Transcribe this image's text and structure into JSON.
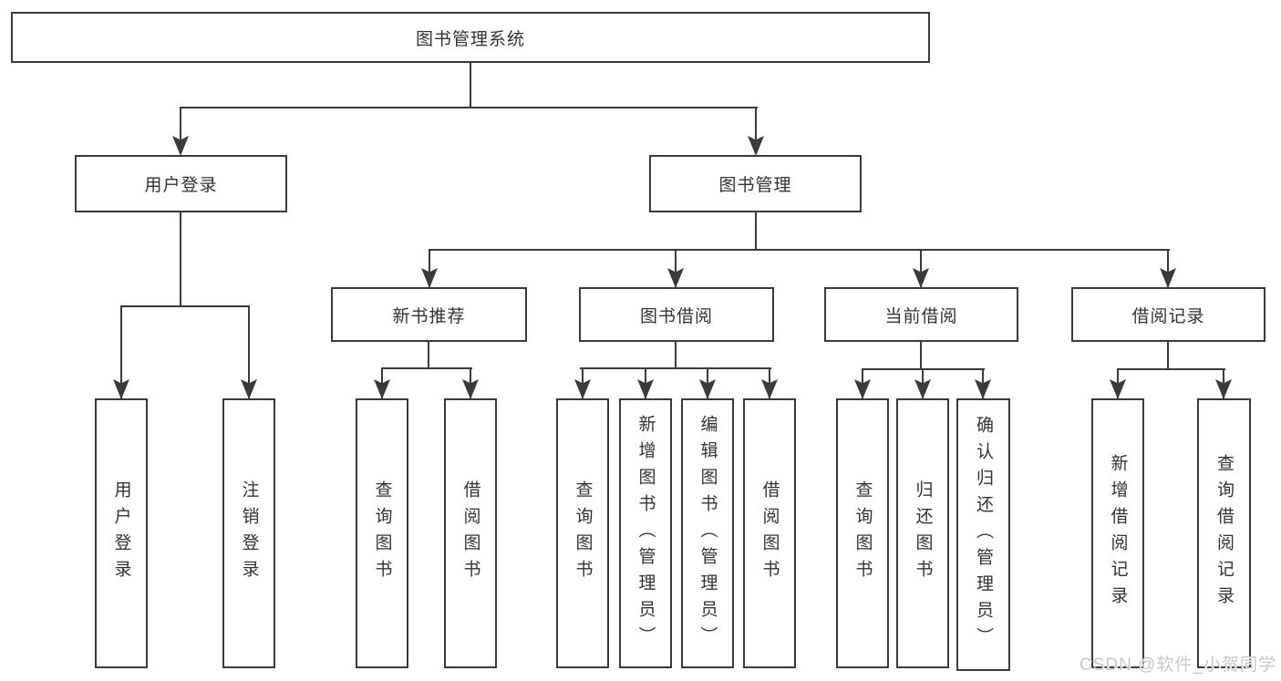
{
  "diagram": {
    "title": "图书管理系统",
    "type": "hierarchy-tree",
    "watermark": "CSDN @软件_小贺同学",
    "colors": {
      "line": "#3a3a3a",
      "text": "#333333",
      "box_background": "#ffffff",
      "page_background": "#ffffff",
      "watermark": "#c8c8c8"
    },
    "nodes": {
      "root": {
        "label": "图书管理系统"
      },
      "user_login": {
        "label": "用户登录"
      },
      "book_mgmt": {
        "label": "图书管理"
      },
      "new_book": {
        "label": "新书推荐"
      },
      "book_borrow": {
        "label": "图书借阅"
      },
      "current_borrow": {
        "label": "当前借阅"
      },
      "borrow_record": {
        "label": "借阅记录"
      },
      "leaf_user_login": {
        "label": "用户登录"
      },
      "leaf_logout": {
        "label": "注销登录"
      },
      "leaf_nb_query": {
        "label": "查询图书"
      },
      "leaf_nb_borrow": {
        "label": "借阅图书"
      },
      "leaf_bb_query": {
        "label": "查询图书"
      },
      "leaf_bb_add": {
        "label": "新增图书（管理员）"
      },
      "leaf_bb_edit": {
        "label": "编辑图书（管理员）"
      },
      "leaf_bb_borrow": {
        "label": "借阅图书"
      },
      "leaf_cb_query": {
        "label": "查询图书"
      },
      "leaf_cb_return": {
        "label": "归还图书"
      },
      "leaf_cb_confirm": {
        "label": "确认归还（管理员）"
      },
      "leaf_br_add": {
        "label": "新增借阅记录"
      },
      "leaf_br_query": {
        "label": "查询借阅记录"
      }
    },
    "hierarchy": [
      {
        "parent": "图书管理系统",
        "children": [
          "用户登录",
          "图书管理"
        ]
      },
      {
        "parent": "用户登录",
        "children": [
          "用户登录",
          "注销登录"
        ]
      },
      {
        "parent": "图书管理",
        "children": [
          "新书推荐",
          "图书借阅",
          "当前借阅",
          "借阅记录"
        ]
      },
      {
        "parent": "新书推荐",
        "children": [
          "查询图书",
          "借阅图书"
        ]
      },
      {
        "parent": "图书借阅",
        "children": [
          "查询图书",
          "新增图书（管理员）",
          "编辑图书（管理员）",
          "借阅图书"
        ]
      },
      {
        "parent": "当前借阅",
        "children": [
          "查询图书",
          "归还图书",
          "确认归还（管理员）"
        ]
      },
      {
        "parent": "借阅记录",
        "children": [
          "新增借阅记录",
          "查询借阅记录"
        ]
      }
    ]
  }
}
